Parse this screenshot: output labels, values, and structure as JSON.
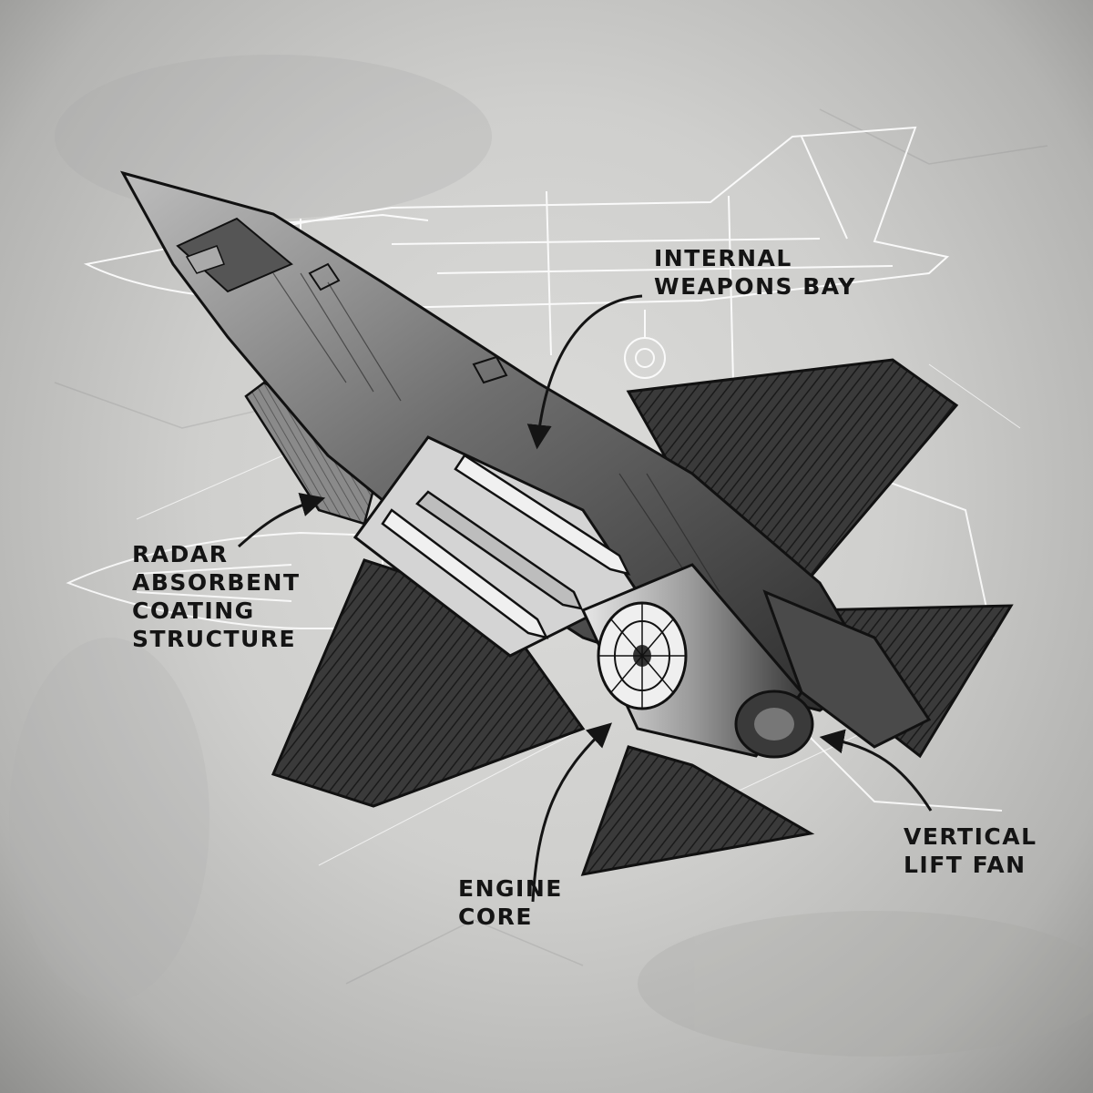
{
  "diagram": {
    "style": "pencil cutaway sketch on weathered paper with white blueprint overlay",
    "callouts": {
      "internal_weapons_bay": [
        "INTERNAL",
        "WEAPONS BAY"
      ],
      "radar_absorbent_coating": [
        "RADAR",
        "ABSORBENT",
        "COATING",
        "STRUCTURE"
      ],
      "engine_core": [
        "ENGINE",
        "CORE"
      ],
      "vertical_lift_fan": [
        "VERTICAL",
        "LIFT FAN"
      ]
    }
  },
  "colors": {
    "paper": "#d6d6d4",
    "ink": "#141414",
    "blueprint_lines": "#ffffff",
    "aircraft_dark": "#2e2e2e"
  }
}
